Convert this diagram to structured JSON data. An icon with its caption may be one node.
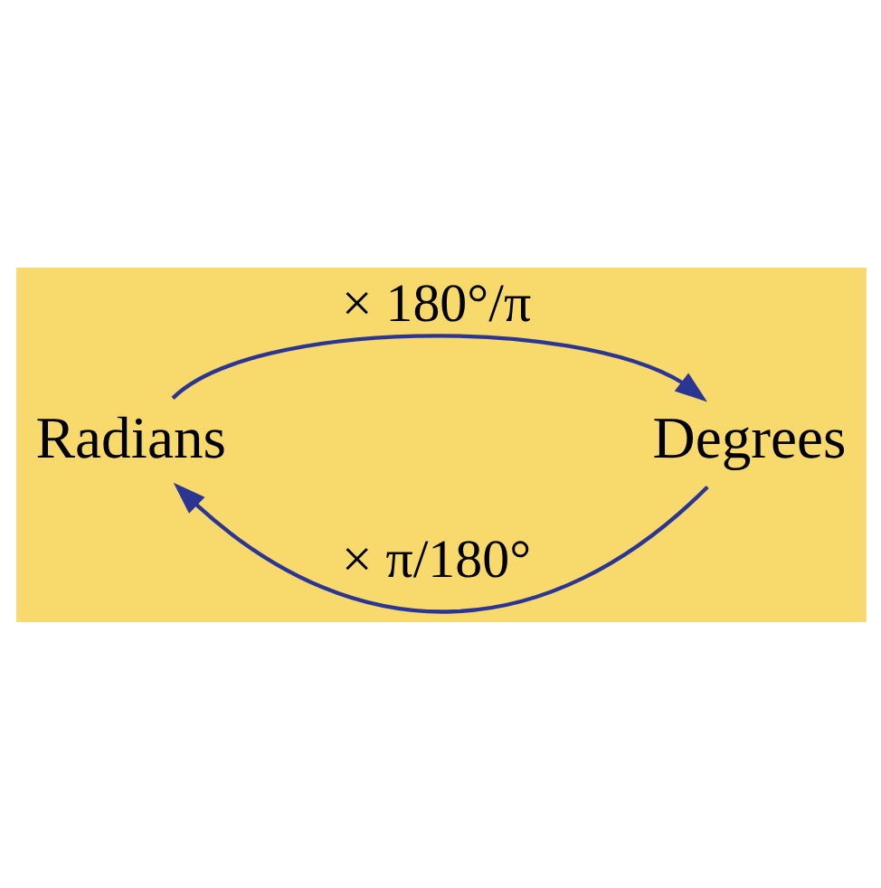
{
  "diagram": {
    "nodes": [
      {
        "text": [
          "Radians"
        ]
      },
      {
        "text": [
          "Degrees"
        ]
      }
    ],
    "edges": [
      {
        "from": 0,
        "to": 1,
        "arrow": "to",
        "label": "× 180°/π"
      },
      {
        "from": 1,
        "to": 0,
        "arrow": "to",
        "label": "× π/180°"
      }
    ]
  }
}
